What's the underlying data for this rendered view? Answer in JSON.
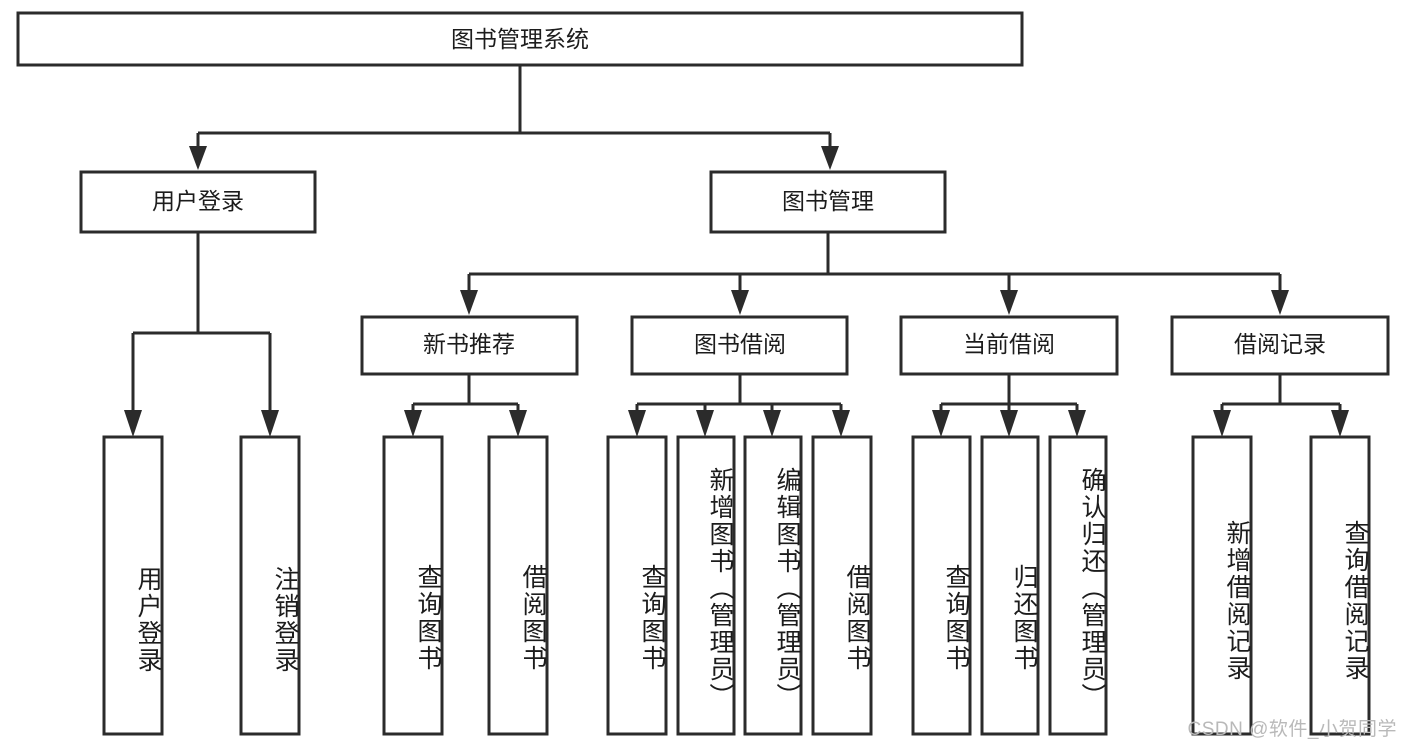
{
  "diagram": {
    "title": "图书管理系统",
    "type": "hierarchy-tree",
    "watermark": "CSDN @软件_小贺同学",
    "colors": {
      "stroke": "#2b2b2b",
      "fill": "#ffffff",
      "text": "#1c1c1c",
      "watermark": "#b9b9b9",
      "background": "#ffffff"
    },
    "root": {
      "label": "图书管理系统"
    },
    "level2": [
      {
        "label": "用户登录"
      },
      {
        "label": "图书管理"
      }
    ],
    "level3": [
      {
        "label": "新书推荐"
      },
      {
        "label": "图书借阅"
      },
      {
        "label": "当前借阅"
      },
      {
        "label": "借阅记录"
      }
    ],
    "leaves": {
      "user_login": [
        {
          "label": "用户登录"
        },
        {
          "label": "注销登录"
        }
      ],
      "new_book_recommend": [
        {
          "label": "查询图书"
        },
        {
          "label": "借阅图书"
        }
      ],
      "book_borrow": [
        {
          "label": "查询图书"
        },
        {
          "label": "新增图书（管理员）"
        },
        {
          "label": "编辑图书（管理员）"
        },
        {
          "label": "借阅图书"
        }
      ],
      "current_borrow": [
        {
          "label": "查询图书"
        },
        {
          "label": "归还图书"
        },
        {
          "label": "确认归还（管理员）"
        }
      ],
      "borrow_record": [
        {
          "label": "新增借阅记录"
        },
        {
          "label": "查询借阅记录"
        }
      ]
    }
  }
}
